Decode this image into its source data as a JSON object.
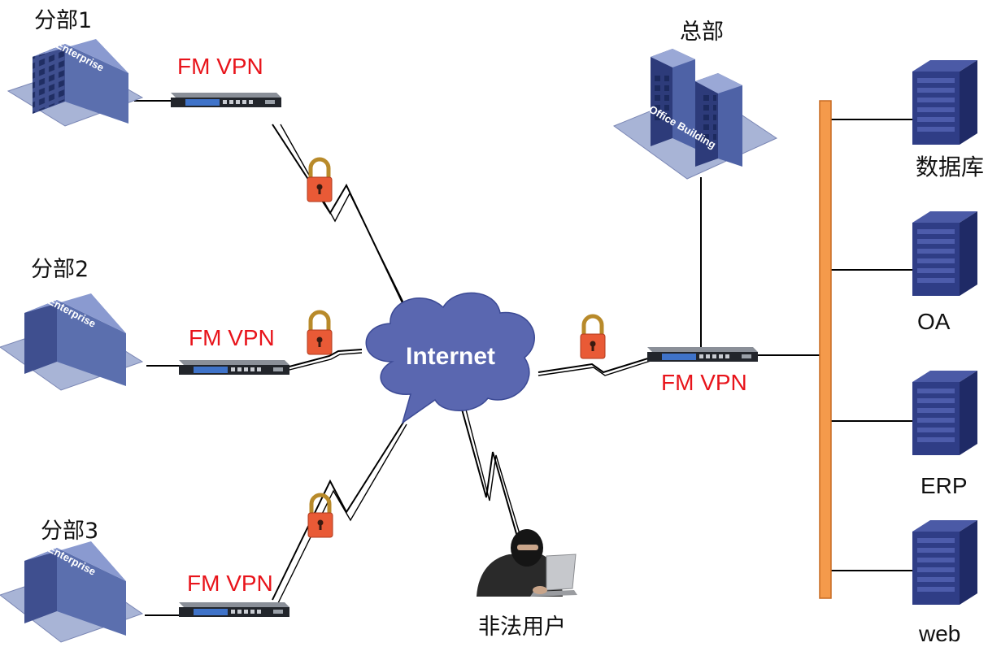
{
  "colors": {
    "vpn_label": "#e8141b",
    "cloud": "#5a67b0",
    "cloud_text": "#ffffff",
    "bus": "#f49a4b",
    "building": "#5b6fae",
    "server": "#2c3a80",
    "lock": "#e95a36",
    "line": "#000000"
  },
  "branches": [
    {
      "name": "分部1",
      "vpn_label": "FM VPN",
      "building_text": "Enterprise"
    },
    {
      "name": "分部2",
      "vpn_label": "FM VPN",
      "building_text": "Enterprise"
    },
    {
      "name": "分部3",
      "vpn_label": "FM VPN",
      "building_text": "Enterprise"
    }
  ],
  "hq": {
    "name": "总部",
    "building_text": "Office Building",
    "vpn_label": "FM VPN"
  },
  "cloud": {
    "label": "Internet"
  },
  "attacker": {
    "label": "非法用户"
  },
  "servers": [
    {
      "label": "数据库"
    },
    {
      "label": "OA"
    },
    {
      "label": "ERP"
    },
    {
      "label": "web"
    }
  ],
  "icons": [
    "lock-icon",
    "server-icon",
    "building-icon",
    "vpn-appliance-icon",
    "hacker-icon",
    "cloud-icon"
  ]
}
